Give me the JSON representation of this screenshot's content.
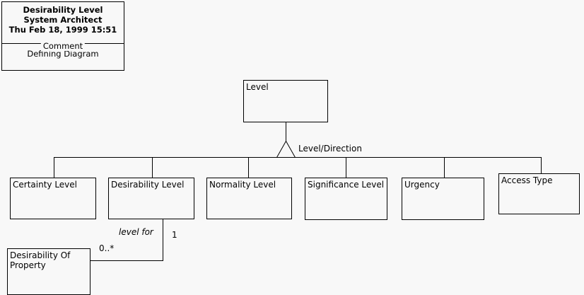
{
  "diagram": {
    "background_color": "#f8f8f8",
    "line_color": "#000000",
    "header": {
      "title_line_1": "Desirability Level",
      "title_line_2": "System Architect",
      "title_line_3": "Thu Feb 18, 1999  15:51",
      "separator_label": "Comment",
      "comment_text": "Defining Diagram"
    },
    "superclass": {
      "name": "Level"
    },
    "generalization": {
      "label": "Level/Direction"
    },
    "subclasses": [
      {
        "name": "Certainty Level"
      },
      {
        "name": "Desirability Level"
      },
      {
        "name": "Normality Level"
      },
      {
        "name": "Significance Level"
      },
      {
        "name": "Urgency"
      },
      {
        "name": "Access Type"
      }
    ],
    "associated_class": {
      "name": "Desirability Of\nProperty"
    },
    "association": {
      "role_label": "level for",
      "multiplicity_source": "0..*",
      "multiplicity_target": "1"
    }
  }
}
